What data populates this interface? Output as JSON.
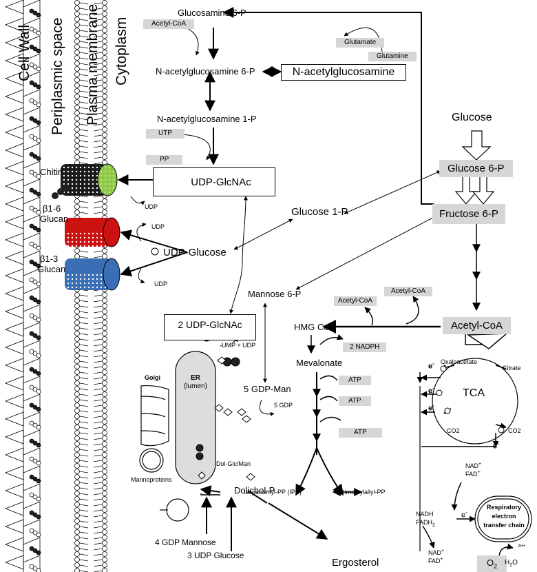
{
  "regions": {
    "cell_wall": "Cell Wall",
    "periplasmic": "Periplasmic space",
    "membrane": "Plasma membrane",
    "cytoplasm": "Cytoplasm"
  },
  "metabolites": {
    "glucosamine6p": "Glucosamine 6-P",
    "nacglc6p": "N-acetylglucosamine 6-P",
    "nacglc": "N-acetylglucosamine",
    "nacglc1p": "N-acetylglucosamine 1-P",
    "udpglcnac": "UDP-GlcNAc",
    "udpglcnac2": "2 UDP-GlcNAc",
    "udpglucose": "UDP-Glucose",
    "glucose": "Glucose",
    "glucose6p": "Glucose 6-P",
    "glucose1p": "Glucose 1-P",
    "fructose6p": "Fructose 6-P",
    "mannose6p": "Mannose 6-P",
    "acetylcoa_big": "Acetyl-CoA",
    "hmgcoa": "HMG CoA",
    "mevalonate": "Mevalonate",
    "gdpman5": "5 GDP-Man",
    "dolicholp": "Dolichol-P",
    "ipp": "Isopentenyl-PP (IPP)",
    "dmapp": "Dimethylallyl-PP",
    "ergosterol": "Ergosterol",
    "gdpmannose4": "4 GDP Mannose",
    "udpglucose3": "3 UDP Glucose",
    "dolglcman": "Dol-Glc/Man",
    "umpudp": "UMP + UDP",
    "gdp5": "5 GDP"
  },
  "cofactors": {
    "acetylcoa_top": "Acetyl-CoA",
    "glutamate": "Glutamate",
    "glutamine": "Glutamine",
    "utp": "UTP",
    "pp": "PP",
    "acetylcoa_a": "Acetyl-CoA",
    "acetylcoa_b": "Acetyl-CoA",
    "nadph2": "2 NADPH",
    "atp1": "ATP",
    "atp2": "ATP",
    "atp3": "ATP",
    "udp1": "UDP",
    "udp2": "UDP",
    "udp3": "UDP"
  },
  "polymers": {
    "chitin": "Chitin",
    "b16": "β1-6",
    "b16b": "Glucan",
    "b13": "β1-3",
    "b13b": "Glucan"
  },
  "organelles": {
    "golgi": "Golgi",
    "er": "ER",
    "er_lumen": "(lumen)",
    "mannoproteins": "Mannoproteins"
  },
  "tca": {
    "label": "TCA",
    "oxaloacetate": "Oxaloacetate",
    "citrate": "Citrate",
    "co2a": "CO2",
    "co2b": "CO2",
    "e1": "e",
    "e2": "e",
    "e3": "e",
    "e4": "e",
    "e5": "e",
    "minus": "-"
  },
  "resp": {
    "line1": "Respiratory",
    "line2": "electron",
    "line3": "transfer chain",
    "nad_top": "NAD",
    "fad_top": "FAD",
    "plus": "+",
    "nadh": "NADH",
    "fadh": "FADH",
    "two": "2",
    "nad_bot": "NAD",
    "fad_bot": "FAD",
    "o2": "O",
    "h2o": "H",
    "h2o_o": "O",
    "two_h": "2H+"
  },
  "colors": {
    "chitin": "#8fc94a",
    "b16": "#cc1111",
    "b13": "#3a6fb5",
    "gray_box": "#d6d6d6"
  }
}
